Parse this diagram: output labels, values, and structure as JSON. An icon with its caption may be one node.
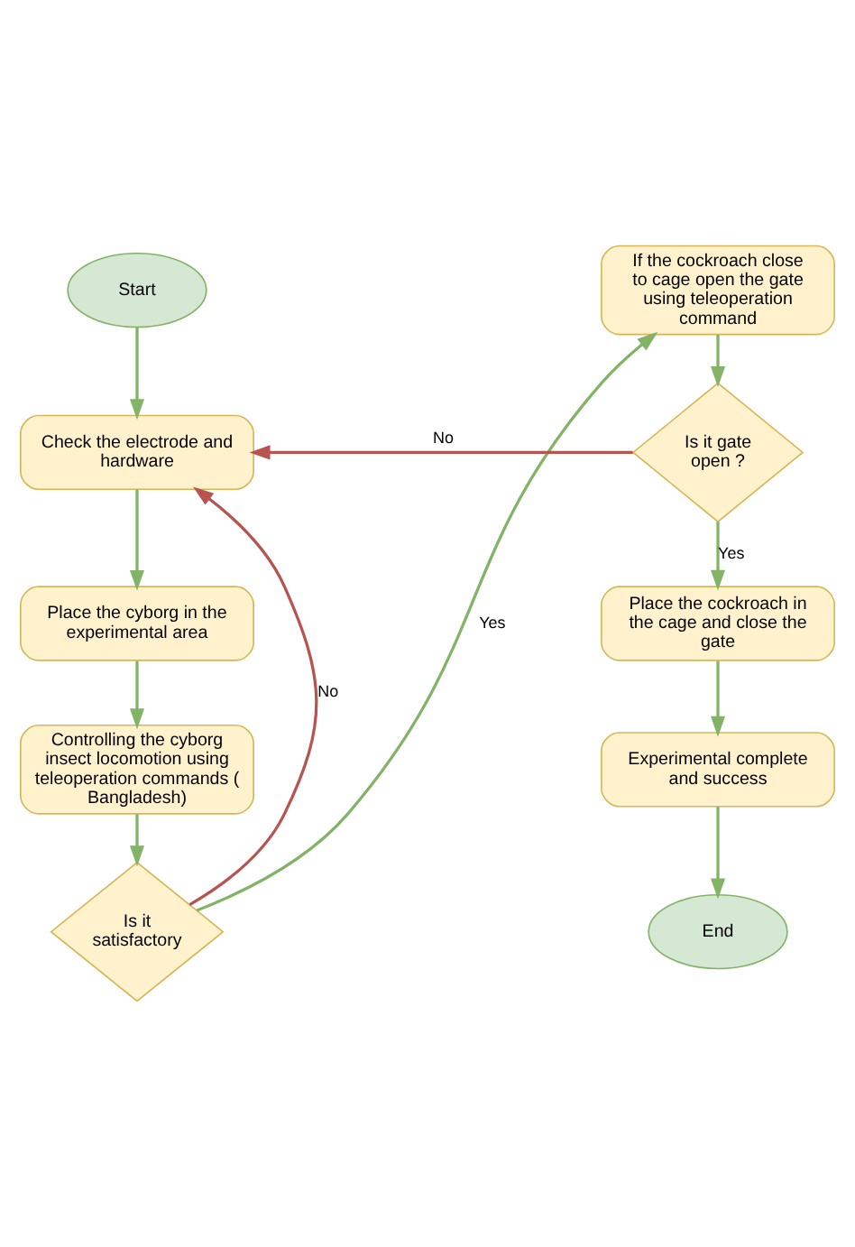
{
  "diagram": {
    "nodes": [
      {
        "text": [
          "Start"
        ]
      },
      {
        "text": [
          "Check the electrode and hardware"
        ]
      },
      {
        "text": [
          "Place the cyborg in the experimental area"
        ]
      },
      {
        "text": [
          "Controlling the cyborg insect locomotion using teleoperation commands ( Bangladesh)"
        ]
      },
      {
        "text": [
          "Is it satisfactory"
        ]
      },
      {
        "text": [
          "If the cockroach close to cage open the gate using teleoperation command"
        ]
      },
      {
        "text": [
          "Is it gate open ?"
        ]
      },
      {
        "text": [
          "Place the cockroach in the cage and close the gate"
        ]
      },
      {
        "text": [
          "Experimental complete and success"
        ]
      },
      {
        "text": [
          "End"
        ]
      }
    ],
    "edges": [
      {
        "from": 0,
        "to": 1,
        "arrow": "to"
      },
      {
        "from": 1,
        "to": 2,
        "arrow": "to"
      },
      {
        "from": 2,
        "to": 3,
        "arrow": "to"
      },
      {
        "from": 3,
        "to": 4,
        "arrow": "to"
      },
      {
        "from": 4,
        "to": 1,
        "arrow": "to",
        "label": "No",
        "color": "#b85450"
      },
      {
        "from": 4,
        "to": 5,
        "arrow": "to",
        "label": "Yes"
      },
      {
        "from": 5,
        "to": 6,
        "arrow": "to"
      },
      {
        "from": 6,
        "to": 1,
        "arrow": "to",
        "label": "No",
        "color": "#b85450"
      },
      {
        "from": 6,
        "to": 7,
        "arrow": "to",
        "label": "Yes"
      },
      {
        "from": 7,
        "to": 8,
        "arrow": "to"
      },
      {
        "from": 8,
        "to": 9,
        "arrow": "to"
      }
    ]
  }
}
